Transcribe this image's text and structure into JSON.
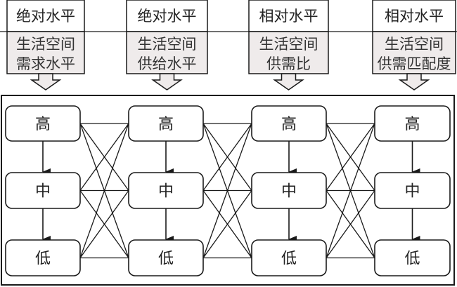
{
  "headers": [
    {
      "level": "绝对水平",
      "indicator_line1": "生活空间",
      "indicator_line2": "需求水平"
    },
    {
      "level": "绝对水平",
      "indicator_line1": "生活空间",
      "indicator_line2": "供给水平"
    },
    {
      "level": "相对水平",
      "indicator_line1": "生活空间",
      "indicator_line2": "供需比"
    },
    {
      "level": "相对水平",
      "indicator_line1": "生活空间",
      "indicator_line2": "供需匹配度"
    }
  ],
  "node_levels": [
    "高",
    "中",
    "低"
  ],
  "colors": {
    "indicator_fill": "#efebeb",
    "stroke": "#1a1a1a"
  }
}
